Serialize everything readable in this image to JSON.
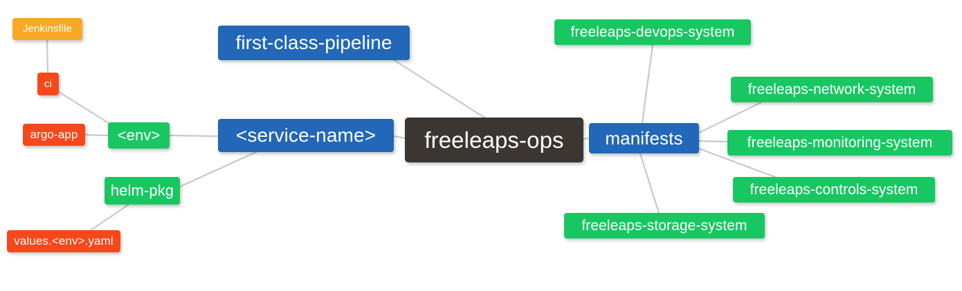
{
  "diagram": {
    "type": "mindmap",
    "background": "#ffffff",
    "edge_color": "#c9c9c9",
    "palette": {
      "root": "#3b3632",
      "blue": "#2267b8",
      "green": "#18c762",
      "orange": "#f9a825",
      "red": "#f7481b"
    },
    "nodes": {
      "root": {
        "label": "freeleaps-ops",
        "color": "#3b3632"
      },
      "pipeline": {
        "label": "first-class-pipeline",
        "color": "#2267b8"
      },
      "service": {
        "label": "<service-name>",
        "color": "#2267b8"
      },
      "manifests": {
        "label": "manifests",
        "color": "#2267b8"
      },
      "env": {
        "label": "<env>",
        "color": "#18c762"
      },
      "helm": {
        "label": "helm-pkg",
        "color": "#18c762"
      },
      "jenkinsfile": {
        "label": "Jenkinsfile",
        "color": "#f9a825"
      },
      "ci": {
        "label": "ci",
        "color": "#f7481b"
      },
      "argo": {
        "label": "argo-app",
        "color": "#f7481b"
      },
      "values": {
        "label": "values.<env>.yaml",
        "color": "#f7481b"
      },
      "devops": {
        "label": "freeleaps-devops-system",
        "color": "#18c762"
      },
      "network": {
        "label": "freeleaps-network-system",
        "color": "#18c762"
      },
      "monitoring": {
        "label": "freeleaps-monitoring-system",
        "color": "#18c762"
      },
      "controls": {
        "label": "freeleaps-controls-system",
        "color": "#18c762"
      },
      "storage": {
        "label": "freeleaps-storage-system",
        "color": "#18c762"
      }
    },
    "edges": [
      {
        "from": "pipeline",
        "to": "root"
      },
      {
        "from": "root",
        "to": "service"
      },
      {
        "from": "root",
        "to": "manifests"
      },
      {
        "from": "service",
        "to": "env"
      },
      {
        "from": "service",
        "to": "helm"
      },
      {
        "from": "env",
        "to": "ci"
      },
      {
        "from": "env",
        "to": "argo"
      },
      {
        "from": "ci",
        "to": "jenkinsfile"
      },
      {
        "from": "helm",
        "to": "values"
      },
      {
        "from": "manifests",
        "to": "devops"
      },
      {
        "from": "manifests",
        "to": "network"
      },
      {
        "from": "manifests",
        "to": "monitoring"
      },
      {
        "from": "manifests",
        "to": "controls"
      },
      {
        "from": "manifests",
        "to": "storage"
      }
    ]
  }
}
